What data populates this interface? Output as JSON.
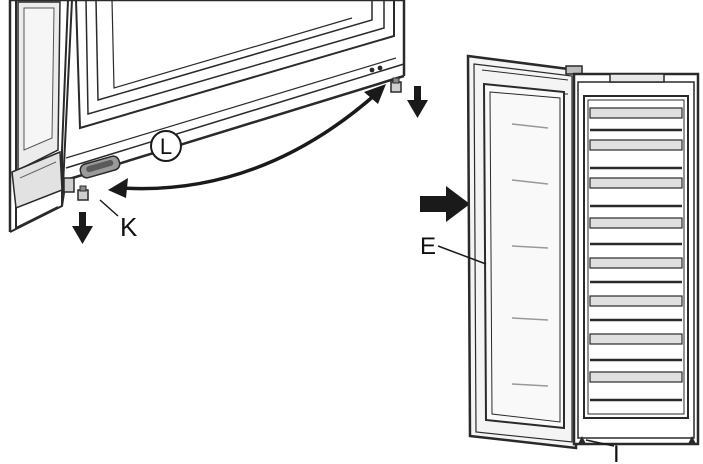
{
  "labels": {
    "k": "K",
    "l": "L",
    "e": "E",
    "i": "I"
  },
  "colors": {
    "line": "#2a2a2a",
    "fill_light": "#e6e6e6",
    "fill_mid": "#bdbdbd",
    "arrow": "#1a1a1a"
  },
  "icons": {
    "push_arrow": "right-arrow-icon",
    "down_arrows": "down-arrow-icon",
    "swap_arrow": "curved-double-arrow-icon"
  }
}
